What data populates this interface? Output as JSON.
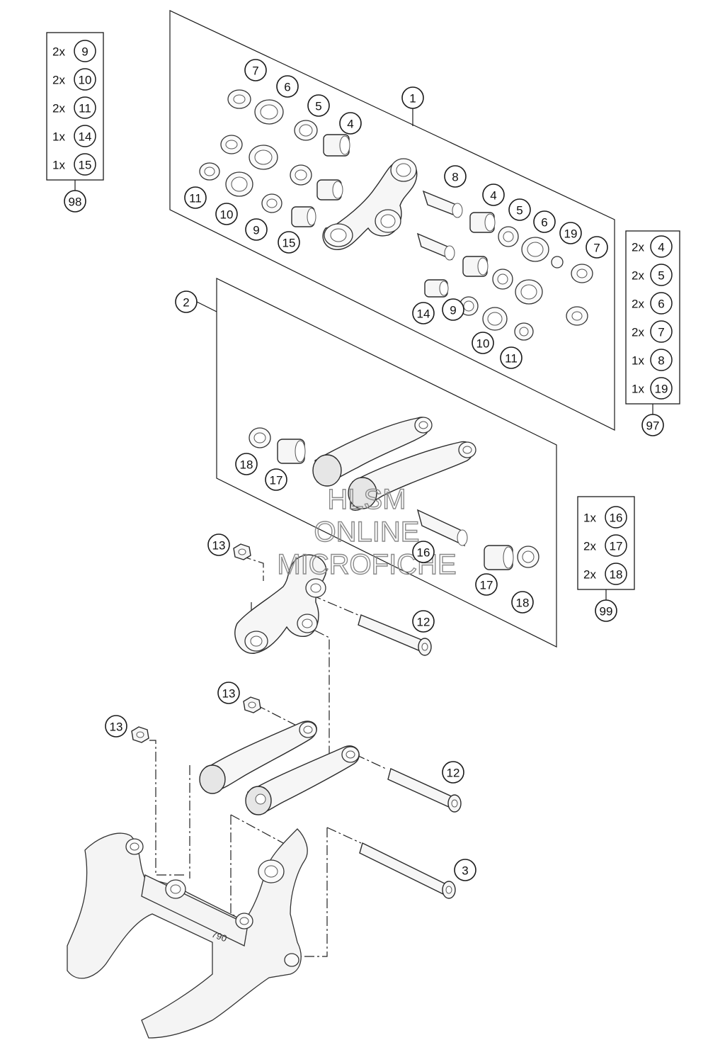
{
  "watermark": {
    "line1": "HLSM",
    "line2": "ONLINE",
    "line3": "MICROFICHE"
  },
  "frame_marking": "790",
  "callouts": [
    {
      "id": "c1",
      "label": "1"
    },
    {
      "id": "c2",
      "label": "2"
    },
    {
      "id": "c3",
      "label": "3"
    },
    {
      "id": "c4a",
      "label": "4"
    },
    {
      "id": "c4b",
      "label": "4"
    },
    {
      "id": "c5a",
      "label": "5"
    },
    {
      "id": "c5b",
      "label": "5"
    },
    {
      "id": "c6a",
      "label": "6"
    },
    {
      "id": "c6b",
      "label": "6"
    },
    {
      "id": "c7a",
      "label": "7"
    },
    {
      "id": "c7b",
      "label": "7"
    },
    {
      "id": "c8",
      "label": "8"
    },
    {
      "id": "c9a",
      "label": "9"
    },
    {
      "id": "c9b",
      "label": "9"
    },
    {
      "id": "c10a",
      "label": "10"
    },
    {
      "id": "c10b",
      "label": "10"
    },
    {
      "id": "c11a",
      "label": "11"
    },
    {
      "id": "c11b",
      "label": "11"
    },
    {
      "id": "c12a",
      "label": "12"
    },
    {
      "id": "c12b",
      "label": "12"
    },
    {
      "id": "c13a",
      "label": "13"
    },
    {
      "id": "c13b",
      "label": "13"
    },
    {
      "id": "c13c",
      "label": "13"
    },
    {
      "id": "c14",
      "label": "14"
    },
    {
      "id": "c15",
      "label": "15"
    },
    {
      "id": "c16",
      "label": "16"
    },
    {
      "id": "c17a",
      "label": "17"
    },
    {
      "id": "c17b",
      "label": "17"
    },
    {
      "id": "c18a",
      "label": "18"
    },
    {
      "id": "c18b",
      "label": "18"
    },
    {
      "id": "c19",
      "label": "19"
    }
  ],
  "kits": [
    {
      "id": "kit98",
      "label": "98",
      "rows": [
        {
          "qty": "2x",
          "part": "9"
        },
        {
          "qty": "2x",
          "part": "10"
        },
        {
          "qty": "2x",
          "part": "11"
        },
        {
          "qty": "1x",
          "part": "14"
        },
        {
          "qty": "1x",
          "part": "15"
        }
      ]
    },
    {
      "id": "kit97",
      "label": "97",
      "rows": [
        {
          "qty": "2x",
          "part": "4"
        },
        {
          "qty": "2x",
          "part": "5"
        },
        {
          "qty": "2x",
          "part": "6"
        },
        {
          "qty": "2x",
          "part": "7"
        },
        {
          "qty": "1x",
          "part": "8"
        },
        {
          "qty": "1x",
          "part": "19"
        }
      ]
    },
    {
      "id": "kit99",
      "label": "99",
      "rows": [
        {
          "qty": "1x",
          "part": "16"
        },
        {
          "qty": "2x",
          "part": "17"
        },
        {
          "qty": "2x",
          "part": "18"
        }
      ]
    }
  ]
}
